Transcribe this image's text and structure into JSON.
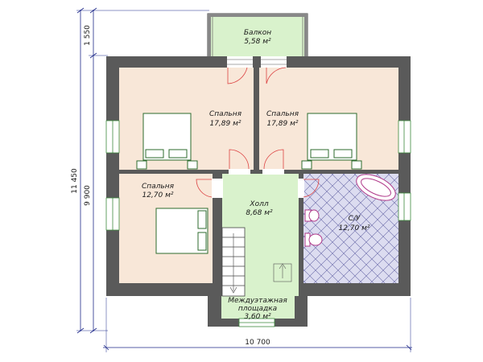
{
  "plan": {
    "colors": {
      "wall": "#5a5a5a",
      "bedroom": "#f8e7d8",
      "hall": "#d9f2cc",
      "balcony": "#d9f2cc",
      "bath": "#dcdcf0",
      "bath_grid": "#6a6aa8",
      "dimension": "#1f2a8a",
      "window": "#3d8a3d"
    },
    "rooms": {
      "balcony": {
        "name": "Балкон",
        "area": "5,58 м²"
      },
      "bedroom1": {
        "name": "Спальня",
        "area": "17,89 м²"
      },
      "bedroom2": {
        "name": "Спальня",
        "area": "17,89 м²"
      },
      "bedroom3": {
        "name": "Спальня",
        "area": "12,70 м²"
      },
      "hall": {
        "name": "Холл",
        "area": "8,68 м²"
      },
      "bathroom": {
        "name": "С/У",
        "area": "12,70 м²"
      },
      "landing": {
        "name_line1": "Междуэтажная",
        "name_line2": "площадка",
        "area": "3,60 м²"
      }
    },
    "dimensions": {
      "balcony_depth": "1 550",
      "total_height": "11 450",
      "house_depth": "9 900",
      "house_width": "10 700"
    }
  }
}
